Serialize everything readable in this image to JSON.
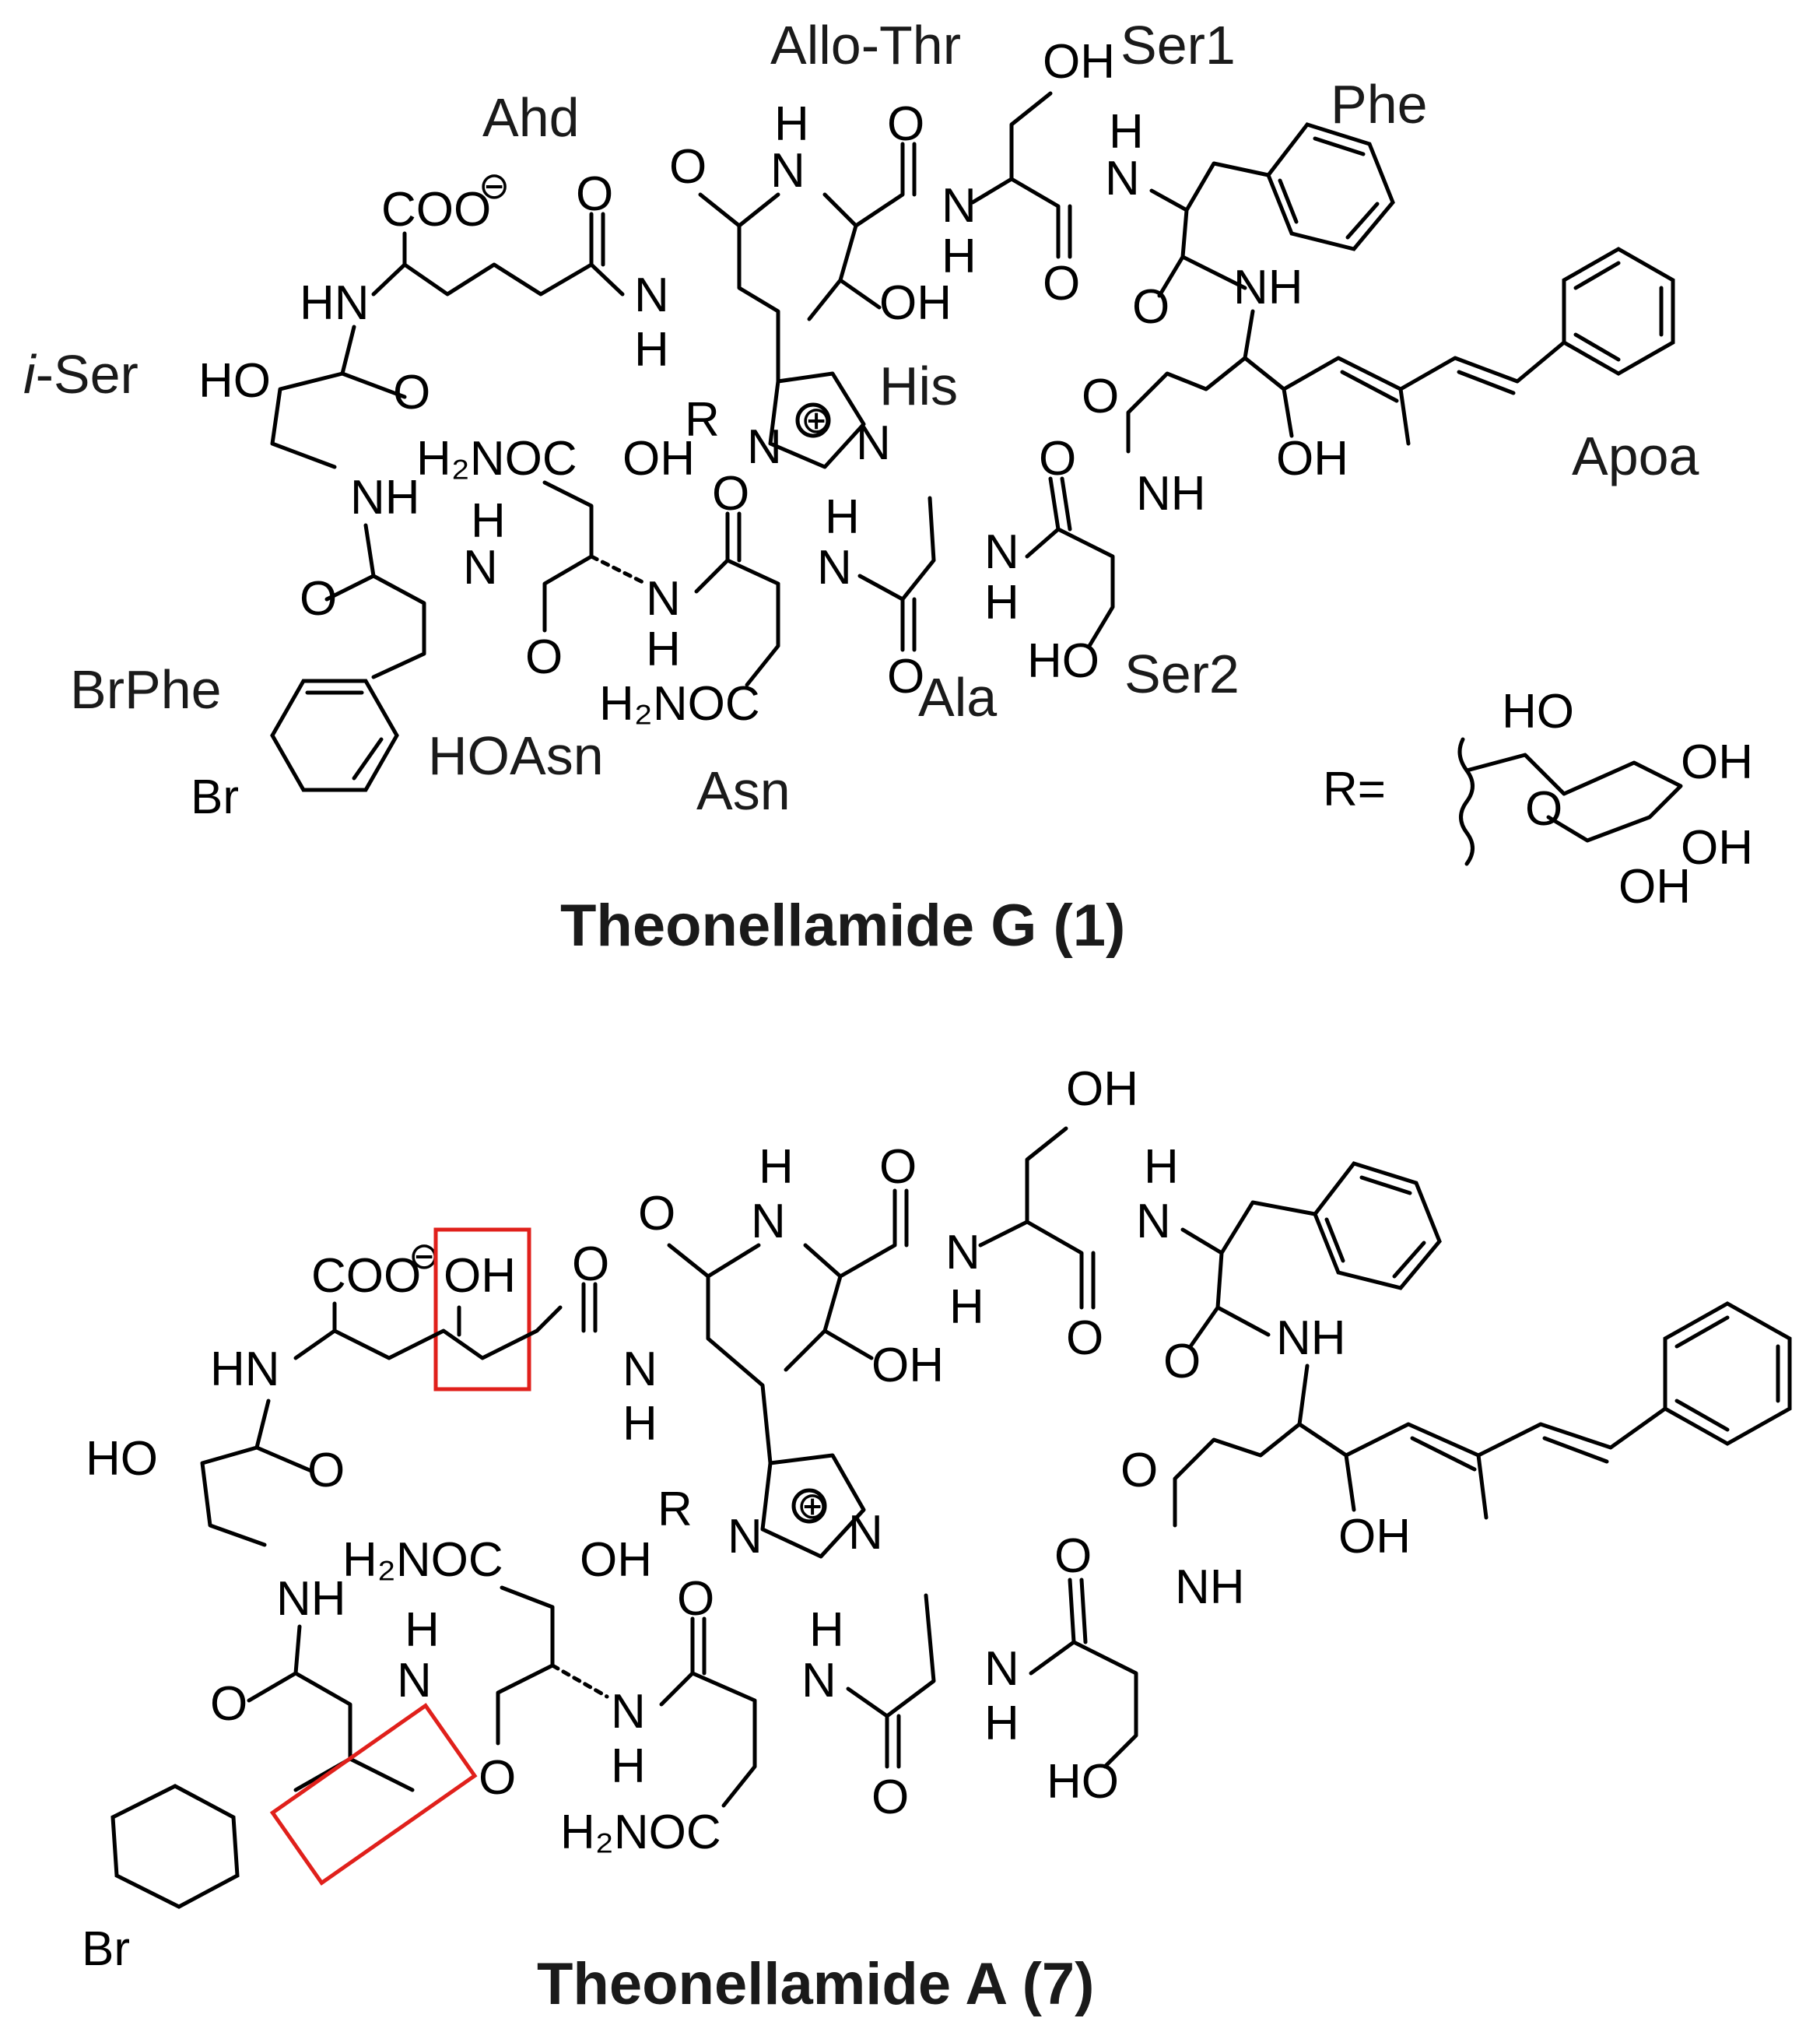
{
  "molecule_1": {
    "title": "Theonellamide G (1)",
    "residues": {
      "allo_thr": "Allo-Thr",
      "ser1": "Ser1",
      "phe": "Phe",
      "ahd": "Ahd",
      "i_ser_prefix": "i",
      "i_ser_suffix": "-Ser",
      "his": "His",
      "apoa": "Apoa",
      "brphe": "BrPhe",
      "hoasn": "HOAsn",
      "asn": "Asn",
      "ala": "Ala",
      "ser2": "Ser2"
    },
    "atoms": {
      "coo": "COO",
      "charge_minus": "⊖",
      "charge_plus": "⊕",
      "nh": "NH",
      "hn": "HN",
      "n": "N",
      "h": "H",
      "o": "O",
      "oh": "OH",
      "ho": "HO",
      "h2noc": "H₂NOC",
      "br": "Br",
      "r_label": "R",
      "r_eq": "R="
    }
  },
  "molecule_7": {
    "title": "Theonellamide A (7)",
    "atoms": {
      "coo": "COO",
      "charge_minus": "⊖",
      "charge_plus": "⊕",
      "nh": "NH",
      "hn": "HN",
      "n": "N",
      "h": "H",
      "o": "O",
      "oh": "OH",
      "ho": "HO",
      "h2noc": "H₂NOC",
      "br": "Br",
      "r_label": "R"
    }
  },
  "colors": {
    "structure": "#000000",
    "highlight_box": "#e0201b"
  }
}
